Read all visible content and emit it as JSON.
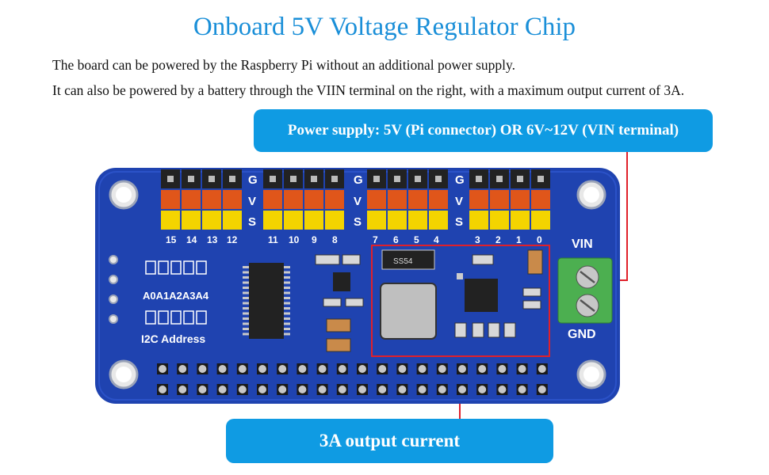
{
  "title": "Onboard 5V Voltage Regulator Chip",
  "description": [
    "The board can be powered by the Raspberry Pi without an additional power supply.",
    "It can also be powered by a battery through the VIIN terminal on the right, with a maximum output current of 3A."
  ],
  "callouts": {
    "power_supply": "Power supply: 5V (Pi connector) OR 6V~12V (VIN terminal)",
    "output_current": "3A output current"
  },
  "board": {
    "channel_labels_left": [
      "15",
      "14",
      "13",
      "12",
      "11",
      "10",
      "9",
      "8"
    ],
    "channel_labels_right": [
      "7",
      "6",
      "5",
      "4",
      "3",
      "2",
      "1",
      "0"
    ],
    "row_letters": [
      "G",
      "V",
      "S"
    ],
    "address_labels": "A0A1A2A3A4",
    "i2c_label": "I2C Address",
    "vin_label": "VIN",
    "gnd_label": "GND",
    "inductor_marking": "SS54"
  },
  "colors": {
    "accent": "#0f9be3",
    "title": "#1a8fd8",
    "pcb": "#1f43b0",
    "highlight": "#e0202a"
  }
}
